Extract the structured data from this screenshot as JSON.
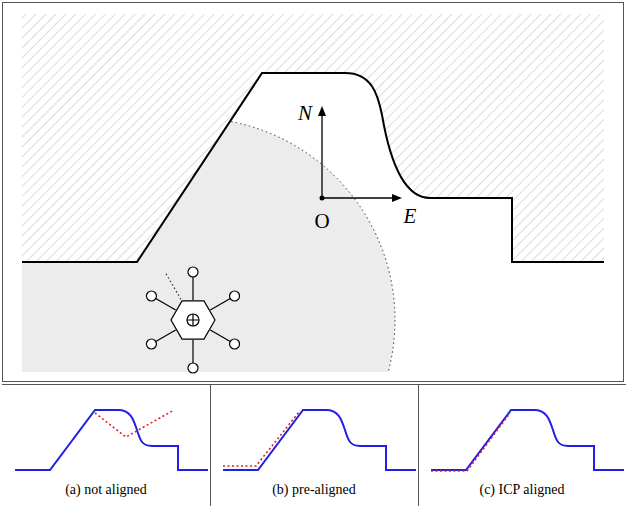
{
  "diagram": {
    "labels": [
      "N",
      "E",
      "O",
      "(a) not aligned",
      "(b) pre-aligned",
      "(c) ICP aligned"
    ]
  }
}
